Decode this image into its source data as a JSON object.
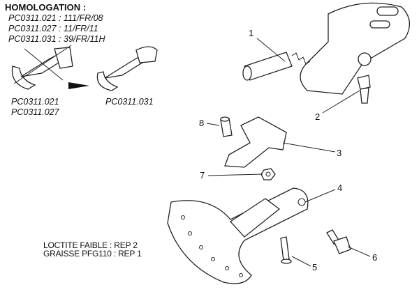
{
  "homologation": {
    "title": "HOMOLOGATION :",
    "entries": [
      "PC0311.021 : 111/FR/08",
      "PC0311.027 : 11/FR/11",
      "PC0311.031 : 39/FR/11H"
    ]
  },
  "old_refs": [
    "PC0311.021",
    "PC0311.027"
  ],
  "new_ref": "PC0311.031",
  "notes": [
    "LOCTITE FAIBLE : REP 2",
    "GRAISSE PFG110 : REP 1"
  ],
  "callouts": [
    "1",
    "2",
    "3",
    "4",
    "5",
    "6",
    "7",
    "8"
  ]
}
